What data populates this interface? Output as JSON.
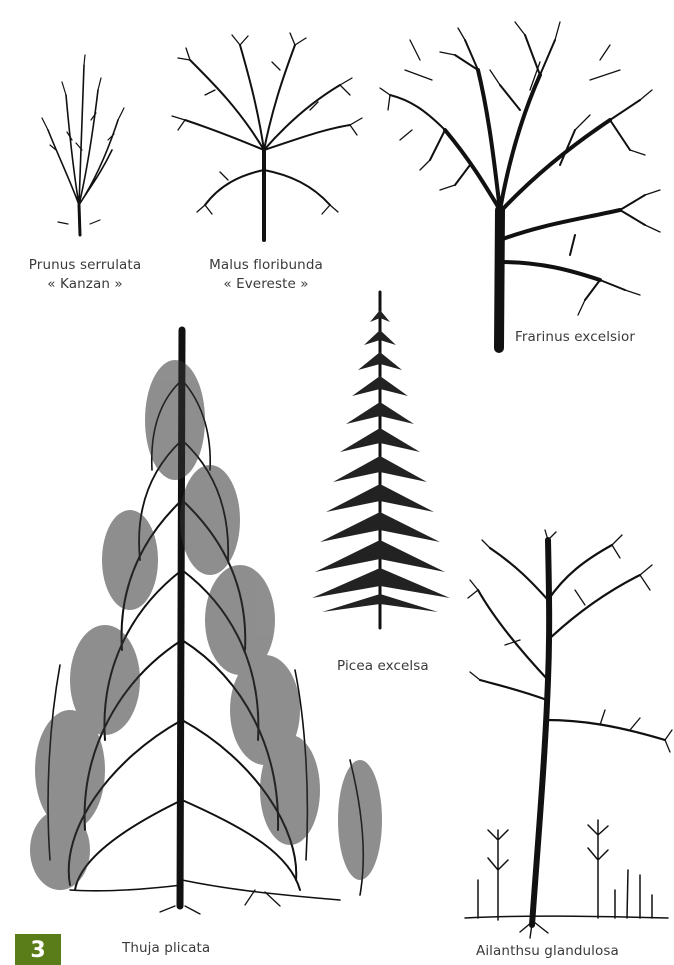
{
  "labels": {
    "prunus_line1": "Prunus serrulata",
    "prunus_line2": "« Kanzan »",
    "malus_line1": "Malus floribunda",
    "malus_line2": "« Evereste »",
    "fraxinus": "Frarinus excelsior",
    "picea": "Picea excelsa",
    "thuja": "Thuja plicata",
    "ailanthus": "Ailanthsu glandulosa"
  },
  "page_number": "3",
  "colors": {
    "ink": "#111111",
    "label": "#3a3a3a",
    "badge": "#5a7d1a",
    "background": "#ffffff"
  }
}
